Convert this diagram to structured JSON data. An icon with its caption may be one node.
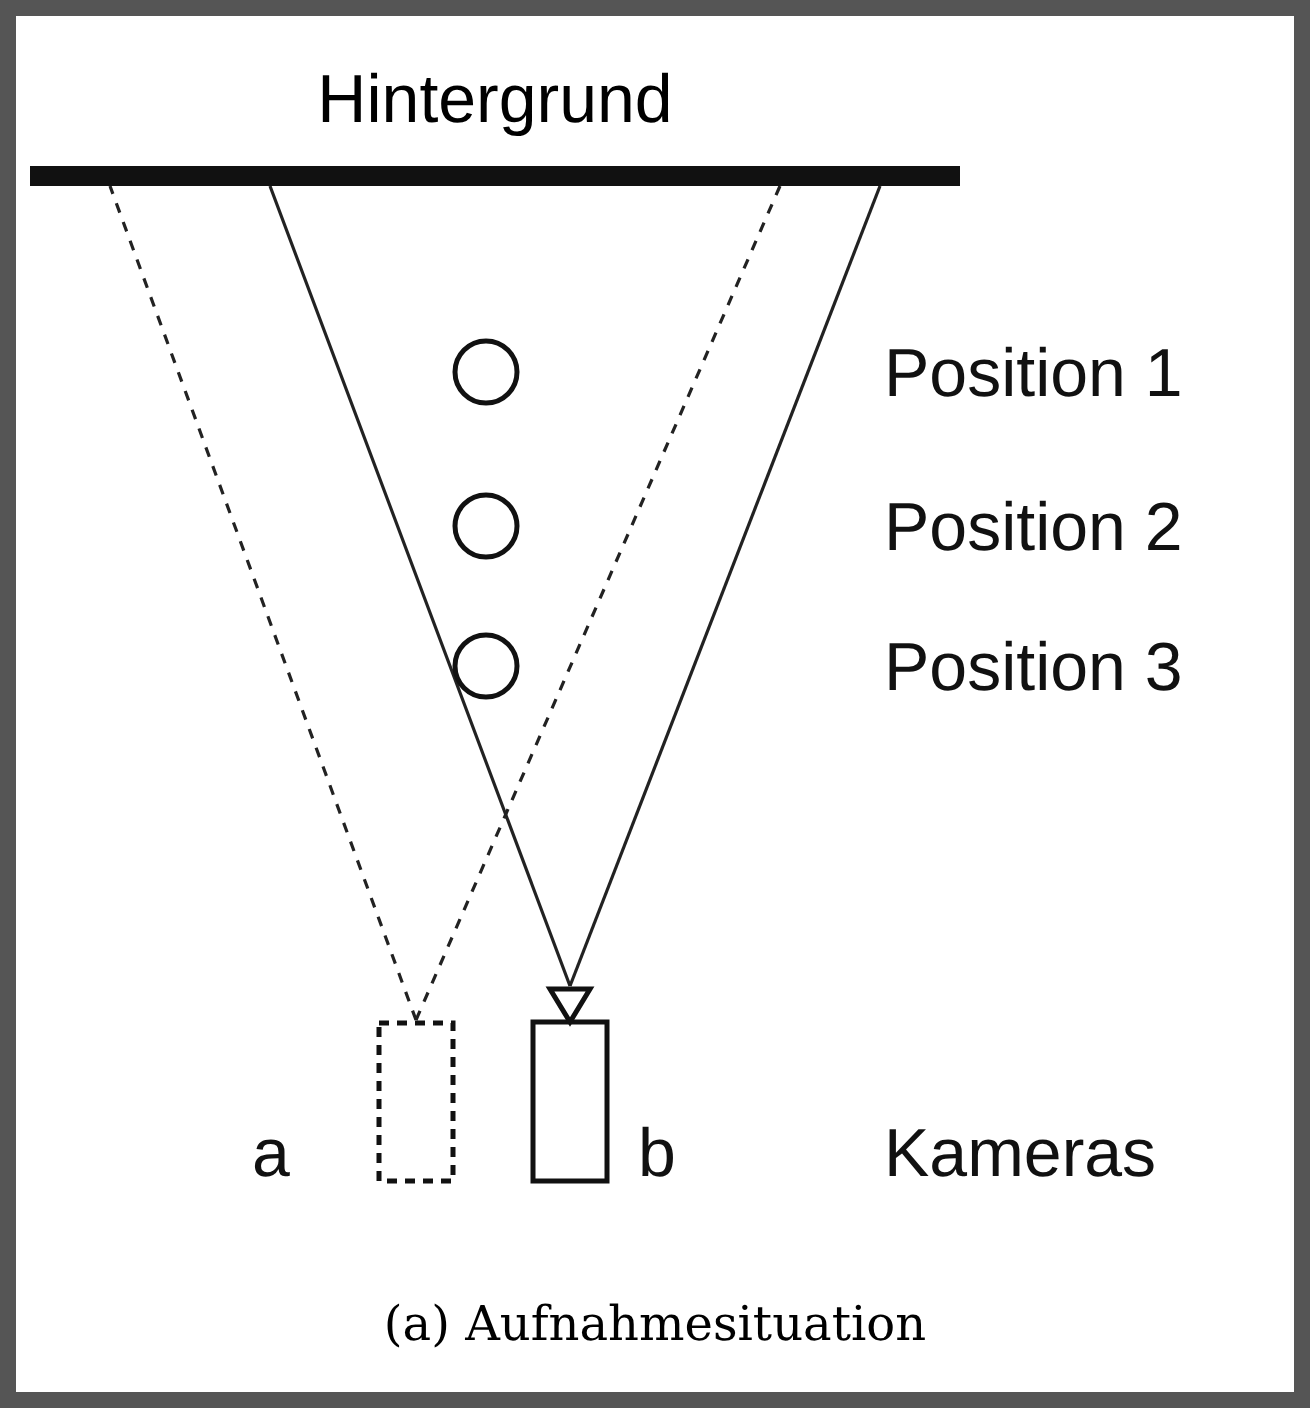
{
  "diagram": {
    "caption": "(a) Aufnahmesituation",
    "nodes": [
      {
        "text": [
          "Hintergrund"
        ]
      },
      {
        "text": [],
        "shape": "circle"
      },
      {
        "text": [],
        "shape": "circle"
      },
      {
        "text": [],
        "shape": "circle"
      },
      {
        "text": [],
        "shape": "box",
        "beside": [
          "a"
        ]
      },
      {
        "text": [],
        "shape": "box",
        "beside": [
          "b"
        ]
      }
    ],
    "edges": [
      {
        "from": 4,
        "to": 0,
        "arrow": "none",
        "style": "dashed"
      },
      {
        "from": 4,
        "to": 0,
        "arrow": "none",
        "style": "dashed"
      },
      {
        "from": 5,
        "to": 0,
        "arrow": "none"
      },
      {
        "from": 5,
        "to": 0,
        "arrow": "none"
      }
    ],
    "labels": [
      "Position 1",
      "Position 2",
      "Position 3",
      "Kameras"
    ]
  }
}
